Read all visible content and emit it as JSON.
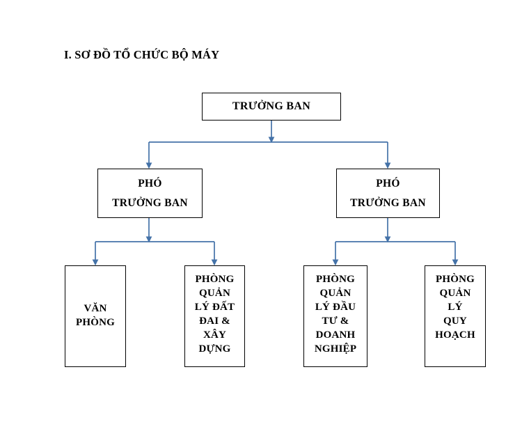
{
  "document": {
    "title": "I.  SƠ ĐỒ TỔ CHỨC BỘ MÁY"
  },
  "theme": {
    "box_border_color": "#000000",
    "box_fill_color": "#ffffff",
    "text_color": "#000000",
    "connector_color": "#4472a8",
    "page_background": "#ffffff"
  },
  "org_chart": {
    "root": {
      "label": "TRƯỞNG BAN"
    },
    "deputies": [
      {
        "label": "PHÓ\nTRƯỞNG BAN",
        "line1": "PHÓ",
        "line2": "TRƯỞNG BAN"
      },
      {
        "label": "PHÓ\nTRƯỞNG BAN",
        "line1": "PHÓ",
        "line2": "TRƯỞNG BAN"
      }
    ],
    "departments": [
      {
        "label": "VĂN\nPHÒNG",
        "lines": [
          "VĂN",
          "PHÒNG"
        ]
      },
      {
        "label": "PHÒNG\nQUẢN\nLÝ ĐẤT\nĐAI &\nXÂY\nDỰNG",
        "lines": [
          "PHÒNG",
          "QUẢN",
          "LÝ ĐẤT",
          "ĐAI &",
          "XÂY",
          "DỰNG"
        ]
      },
      {
        "label": "PHÒNG\nQUẢN\nLÝ ĐẦU\nTƯ &\nDOANH\nNGHIỆP",
        "lines": [
          "PHÒNG",
          "QUẢN",
          "LÝ ĐẦU",
          "TƯ &",
          "DOANH",
          "NGHIỆP"
        ]
      },
      {
        "label": "PHÒNG\nQUẢN\nLÝ\nQUY\nHOẠCH",
        "lines": [
          "PHÒNG",
          "QUẢN",
          "LÝ",
          "QUY",
          "HOẠCH"
        ]
      }
    ]
  }
}
